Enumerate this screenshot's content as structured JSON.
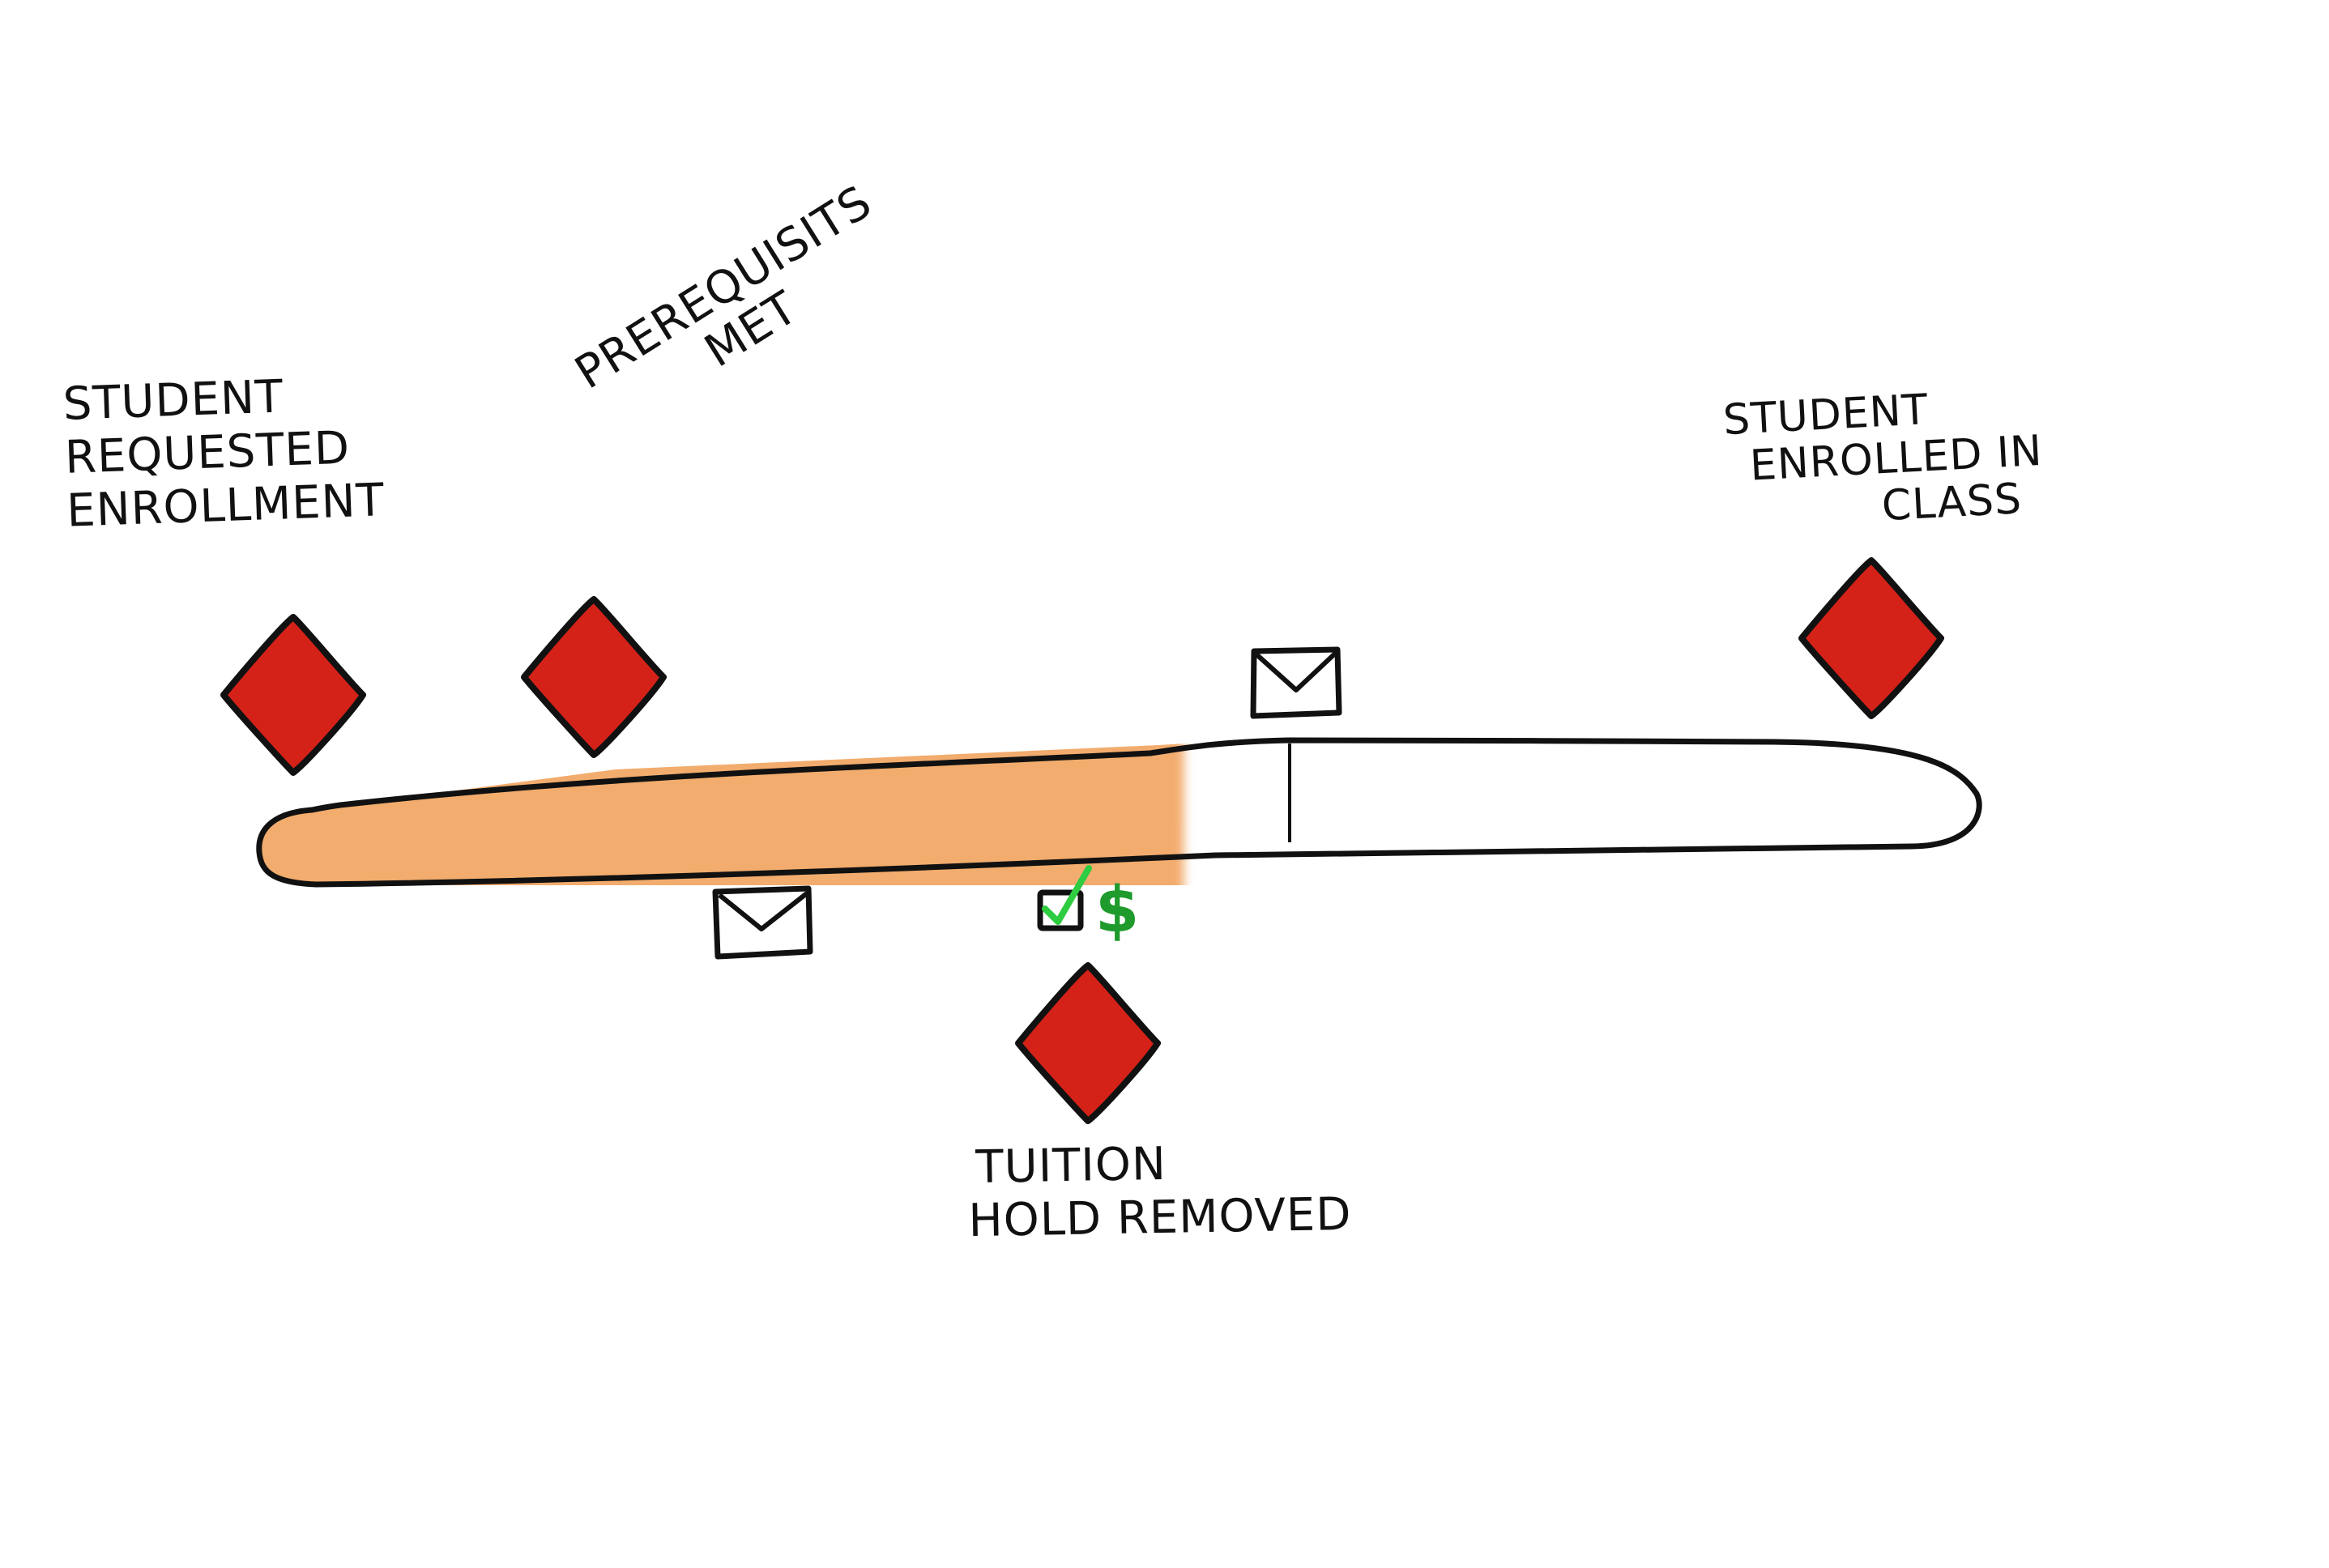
{
  "progress": {
    "completed_fraction": 0.55,
    "fill_color": "#f2a866",
    "outline_color": "#111111"
  },
  "milestones": [
    {
      "id": "student-requested",
      "lines": [
        "STUDENT",
        "REQUESTED",
        "ENROLLMENT"
      ]
    },
    {
      "id": "prerequisites",
      "lines": [
        "PREREQUISITS",
        "MET"
      ]
    },
    {
      "id": "tuition",
      "lines": [
        "TUITION",
        "HOLD REMOVED"
      ]
    },
    {
      "id": "enrolled",
      "lines": [
        "STUDENT",
        "ENROLLED IN",
        "CLASS"
      ]
    }
  ],
  "marker_color": "#d42218",
  "icons": {
    "envelope": "envelope-icon",
    "checkbox": "checked-checkbox-icon",
    "dollar": "dollar-sign-icon",
    "check_color": "#2ecc40",
    "dollar_color": "#1f9a2c"
  },
  "dollar_symbol": "$"
}
